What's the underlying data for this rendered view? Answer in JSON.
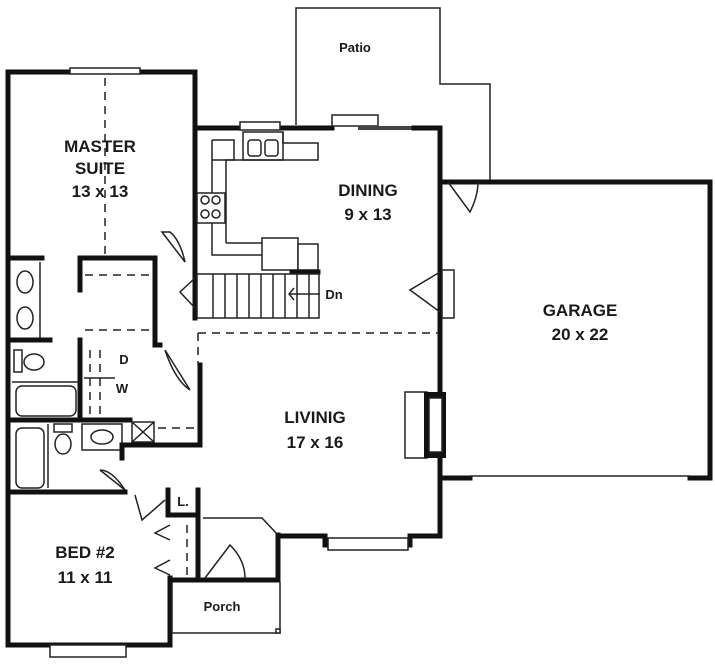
{
  "rooms": {
    "patio": {
      "label": "Patio"
    },
    "master_suite": {
      "label_line1": "MASTER",
      "label_line2": "SUITE",
      "dimensions": "13 x 13"
    },
    "dining": {
      "label": "DINING",
      "dimensions": "9 x 13"
    },
    "garage": {
      "label": "GARAGE",
      "dimensions": "20 x 22"
    },
    "living": {
      "label": "LIVINIG",
      "dimensions": "17 x 16"
    },
    "bed2": {
      "label": "BED #2",
      "dimensions": "11 x 11"
    },
    "porch": {
      "label": "Porch"
    }
  },
  "annotations": {
    "stairs_down": "Dn",
    "dryer": "D",
    "washer": "W",
    "linen": "L."
  },
  "colors": {
    "wall": "#111111",
    "background": "#ffffff"
  }
}
